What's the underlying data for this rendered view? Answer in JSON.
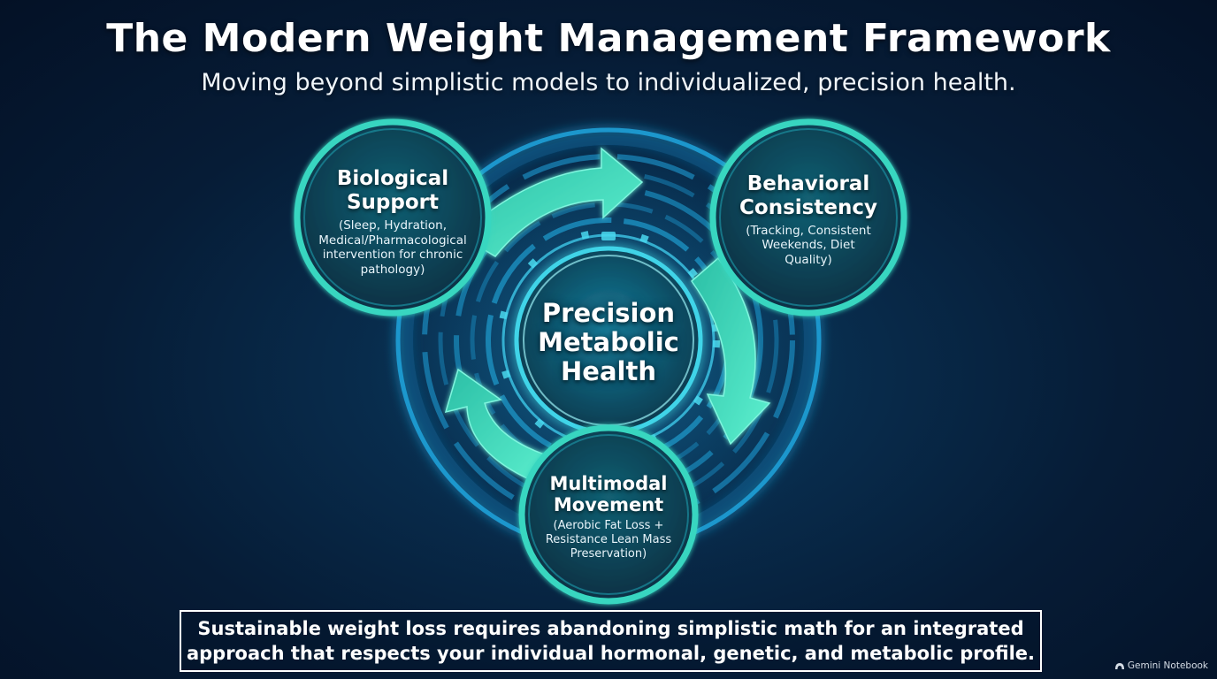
{
  "header": {
    "title": "The Modern Weight Management Framework",
    "subtitle": "Moving beyond simplistic models to individualized, precision health."
  },
  "center": {
    "lines": [
      "Precision",
      "Metabolic",
      "Health"
    ]
  },
  "nodes": {
    "biological": {
      "title_lines": [
        "Biological",
        "Support"
      ],
      "desc_lines": [
        "(Sleep, Hydration,",
        "Medical/Pharmacological",
        "intervention for chronic",
        "pathology)"
      ]
    },
    "behavioral": {
      "title_lines": [
        "Behavioral",
        "Consistency"
      ],
      "desc_lines": [
        "(Tracking, Consistent",
        "Weekends, Diet",
        "Quality)"
      ]
    },
    "movement": {
      "title_lines": [
        "Multimodal",
        "Movement"
      ],
      "desc_lines": [
        "(Aerobic Fat Loss +",
        "Resistance Lean Mass",
        "Preservation)"
      ]
    }
  },
  "footer": {
    "lines": [
      "Sustainable weight loss requires abandoning simplistic math for an integrated",
      "approach that respects your individual hormonal, genetic, and metabolic profile."
    ]
  },
  "badge": {
    "label": "Gemini Notebook",
    "icon": "gemini-logo-icon"
  },
  "colors": {
    "background": "#061c36",
    "ring": "#1a86b8",
    "arrow": "#3fe0bf",
    "node_fill": "#0b3b4f",
    "node_border": "#37d6c0"
  }
}
